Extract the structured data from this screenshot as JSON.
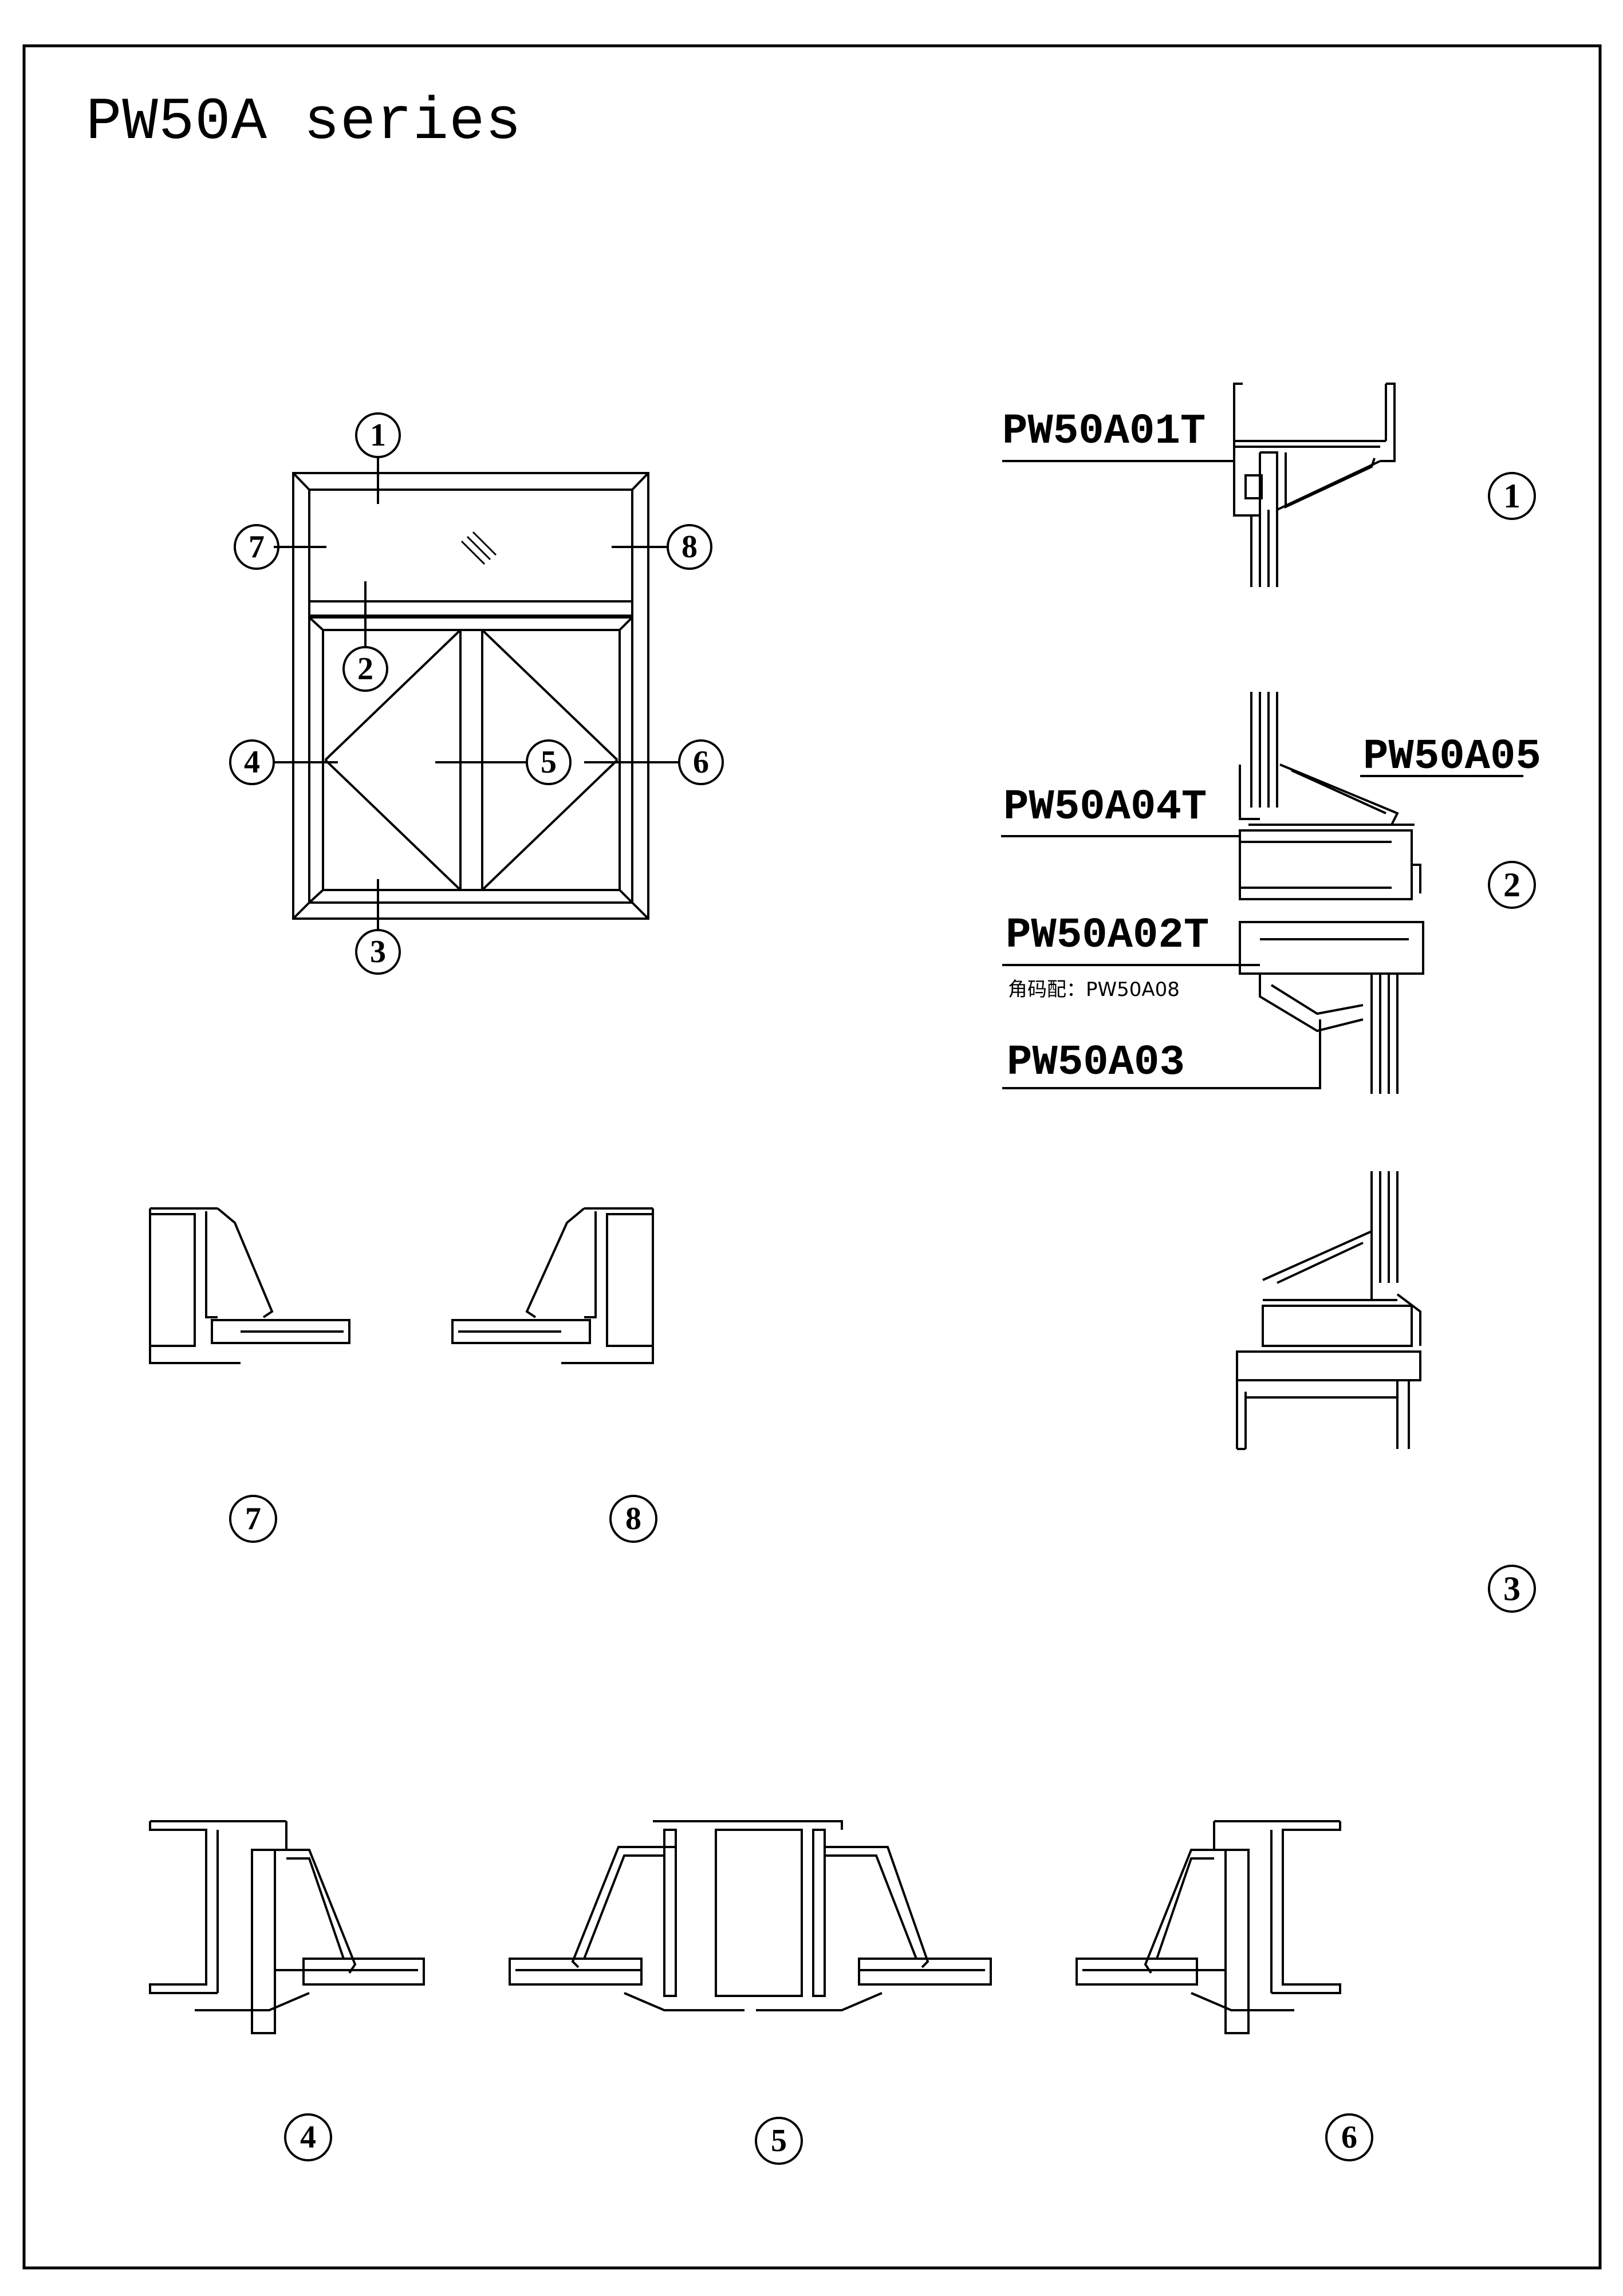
{
  "title": "PW50A series",
  "elevation": {
    "callouts": [
      "1",
      "2",
      "3",
      "4",
      "5",
      "6",
      "7",
      "8"
    ]
  },
  "profiles": {
    "head": {
      "code": "PW50A01T",
      "ref": "1"
    },
    "middle": {
      "codes": [
        "PW50A05",
        "PW50A04T",
        "PW50A02T",
        "PW50A03"
      ],
      "corner_note": "角码配：PW50A08",
      "ref": "2"
    },
    "sill": {
      "ref": "3"
    }
  },
  "sections": {
    "left_side": "7",
    "right_side": "8",
    "jamb_left": "4",
    "mullion": "5",
    "jamb_right": "6"
  }
}
